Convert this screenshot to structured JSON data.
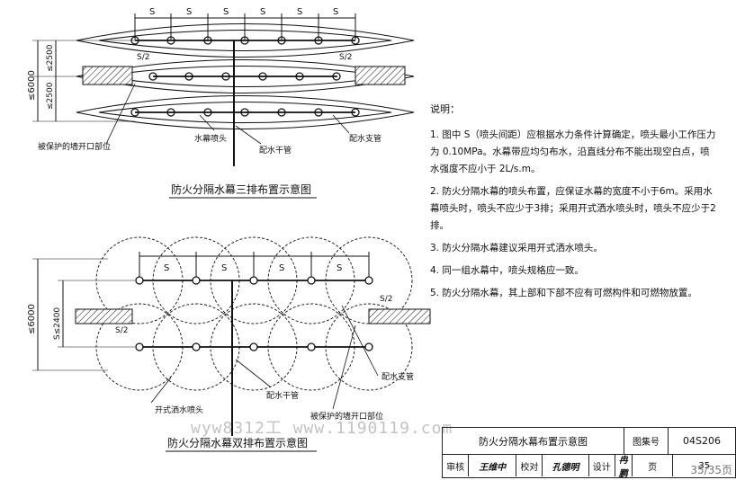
{
  "diagram1": {
    "title": "防火分隔水幕三排布置示意图",
    "spacing_label": "S",
    "half_spacing_label": "S/2",
    "dim_total": "≤6000",
    "dim_upper": "≤2500",
    "dim_lower": "≤2500",
    "label_wall_opening": "被保护的墙开口部位",
    "label_nozzle": "水幕喷头",
    "label_main_pipe": "配水干管",
    "label_branch_pipe": "配水支管"
  },
  "diagram2": {
    "title": "防火分隔水幕双排布置示意图",
    "spacing_label": "S",
    "half_spacing_label": "S/2",
    "dim_total": "≤6000",
    "dim_spacing": "S≤2400",
    "label_open_sprinkler": "开式洒水喷头",
    "label_main_pipe": "配水干管",
    "label_branch_pipe": "配水支管",
    "label_wall_opening": "被保护的墙开口部位"
  },
  "notes": {
    "heading": "说明：",
    "items": [
      "1. 图中 S（喷头间距）应根据水力条件计算确定，喷头最小工作压力为 0.10MPa。水幕带应均匀布水，沿直线分布不能出现空白点，喷水强度不应小于 2L/s.m。",
      "2. 防火分隔水幕的喷头布置，应保证水幕的宽度不小于6m。采用水幕喷头时，喷头不应少于3排；采用开式洒水喷头时，喷头不应少于2排。",
      "3. 防火分隔水幕建议采用开式洒水喷头。",
      "4. 同一组水幕中，喷头规格应一致。",
      "5. 防火分隔水幕，其上部和下部不应有可燃构件和可燃物放置。"
    ]
  },
  "title_block": {
    "drawing_title": "防火分隔水幕布置示意图",
    "atlas_label": "图集号",
    "atlas_number": "04S206",
    "review_label": "审核",
    "review_sig": "王维中",
    "check_label": "校对",
    "check_sig": "孔德明",
    "design_label": "设计",
    "design_sig": "冉鹏",
    "page_label": "页",
    "page_number": "35"
  },
  "watermark": "wyw8312工 www.1190119.com",
  "page_corner": "35/35页"
}
